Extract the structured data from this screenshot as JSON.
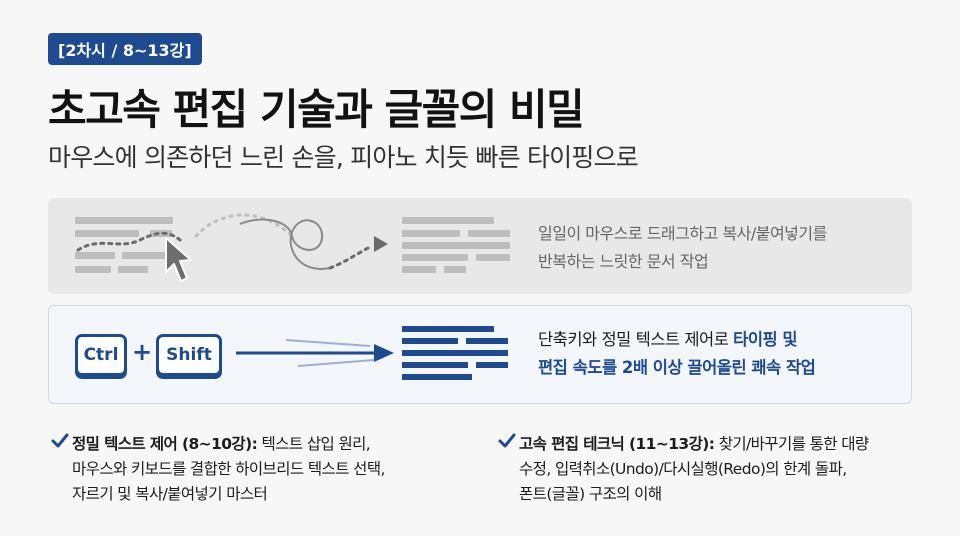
{
  "badge": "[2차시 / 8~13강]",
  "title": "초고속 편집 기술과 글꼴의 비밀",
  "subtitle": "마우스에 의존하던 느린 손을, 피아노 치듯 빠른 타이핑으로",
  "slow_panel": {
    "line1": "일일이 마우스로 드래그하고 복사/붙여넣기를",
    "line2": "반복하는 느릿한 문서 작업",
    "icons": [
      "document-lines-icon",
      "mouse-cursor-icon",
      "dotted-loop-arrow-icon",
      "document-lines-icon"
    ]
  },
  "fast_panel": {
    "key1": "Ctrl",
    "plus": "+",
    "key2": "Shift",
    "line1_plain": "단축키와 정밀 텍스트 제어로 ",
    "line1_highlight": "타이핑 및",
    "line2_highlight": "편집 속도를 2배 이상 끌어올린 쾌속 작업",
    "icons": [
      "speed-arrow-icon",
      "document-lines-icon"
    ]
  },
  "items": [
    {
      "heading": "정밀 텍스트 제어 (8~10강):",
      "line1_rest": " 텍스트 삽입 원리,",
      "line2": "마우스와 키보드를 결합한 하이브리드 텍스트 선택,",
      "line3": "자르기 및 복사/붙여넣기 마스터"
    },
    {
      "heading": "고속 편집 테크닉 (11~13강):",
      "line1_rest": " 찾기/바꾸기를 통한 대량",
      "line2": "수정, 입력취소(Undo)/다시실행(Redo)의 한계 돌파,",
      "line3": "폰트(글꼴) 구조의 이해"
    }
  ],
  "colors": {
    "accent": "#1e4a8f",
    "slow_gray": "#bdbdbd",
    "slow_panel_bg": "#e8e8e9",
    "fast_panel_bg": "#f3f6fb"
  }
}
